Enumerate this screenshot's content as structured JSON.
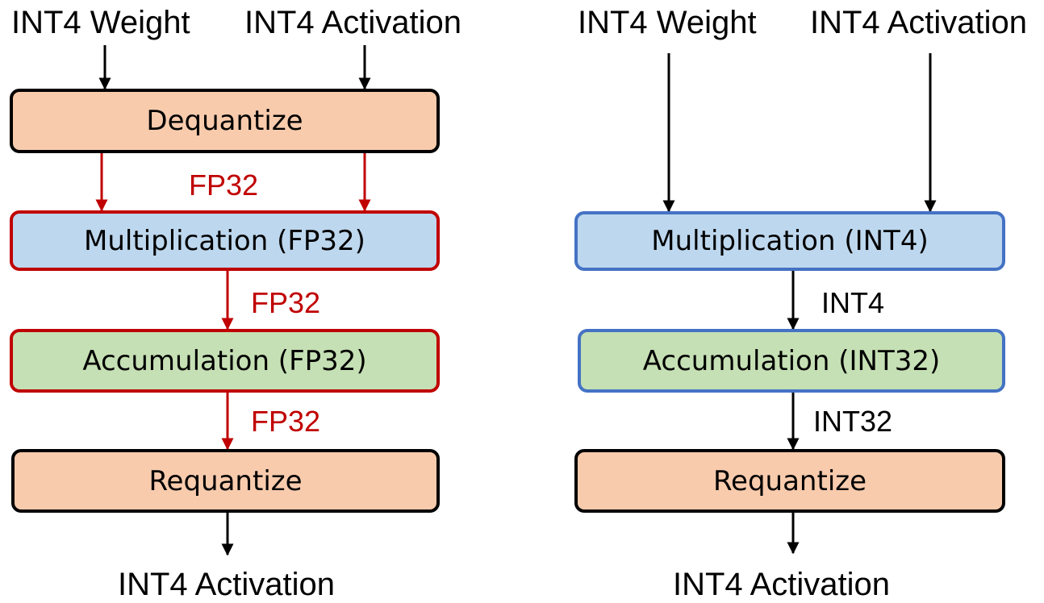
{
  "left": {
    "input_weight": "INT4 Weight",
    "input_activation": "INT4 Activation",
    "dequantize": "Dequantize",
    "dtype_after_dequant": "FP32",
    "multiplication": "Multiplication (FP32)",
    "dtype_after_mult": "FP32",
    "accumulation": "Accumulation (FP32)",
    "dtype_after_accum": "FP32",
    "requantize": "Requantize",
    "output": "INT4 Activation"
  },
  "right": {
    "input_weight": "INT4 Weight",
    "input_activation": "INT4 Activation",
    "multiplication": "Multiplication (INT4)",
    "dtype_after_mult": "INT4",
    "accumulation": "Accumulation (INT32)",
    "dtype_after_accum": "INT32",
    "requantize": "Requantize",
    "output": "INT4 Activation"
  },
  "colors": {
    "fp32_path": "#c00000",
    "int_path": "#4472c4",
    "quant_box_fill": "#f8cbad",
    "multiplication_fill": "#bdd7ee",
    "accumulation_fill": "#c5e0b4"
  }
}
